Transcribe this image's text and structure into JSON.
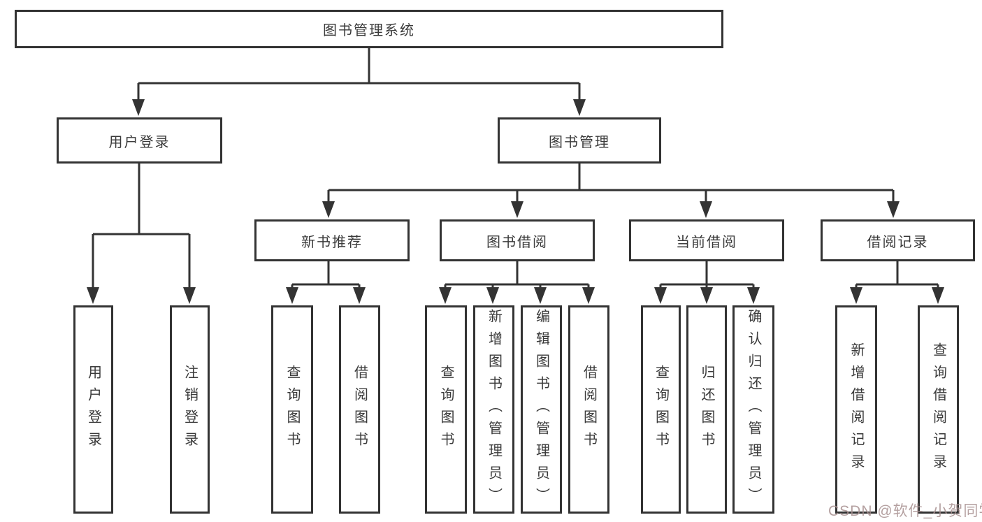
{
  "title": "图书管理系统",
  "colors": {
    "line": "#333333",
    "box_background": "#ffffff",
    "box_border": "#333333",
    "text": "#3a3a3a",
    "watermark": "#a89090"
  },
  "watermark": {
    "text": "CSDN @软件_小贺同学"
  },
  "tree": {
    "root": {
      "label": "图书管理系统",
      "children": [
        {
          "label": "用户登录",
          "children": [
            {
              "label": "用户登录"
            },
            {
              "label": "注销登录"
            }
          ]
        },
        {
          "label": "图书管理",
          "children": [
            {
              "label": "新书推荐",
              "children": [
                {
                  "label": "查询图书"
                },
                {
                  "label": "借阅图书"
                }
              ]
            },
            {
              "label": "图书借阅",
              "children": [
                {
                  "label": "查询图书"
                },
                {
                  "label": "新增图书（管理员）"
                },
                {
                  "label": "编辑图书（管理员）"
                },
                {
                  "label": "借阅图书"
                }
              ]
            },
            {
              "label": "当前借阅",
              "children": [
                {
                  "label": "查询图书"
                },
                {
                  "label": "归还图书"
                },
                {
                  "label": "确认归还（管理员）"
                }
              ]
            },
            {
              "label": "借阅记录",
              "children": [
                {
                  "label": "新增借阅记录"
                },
                {
                  "label": "查询借阅记录"
                }
              ]
            }
          ]
        }
      ]
    }
  }
}
